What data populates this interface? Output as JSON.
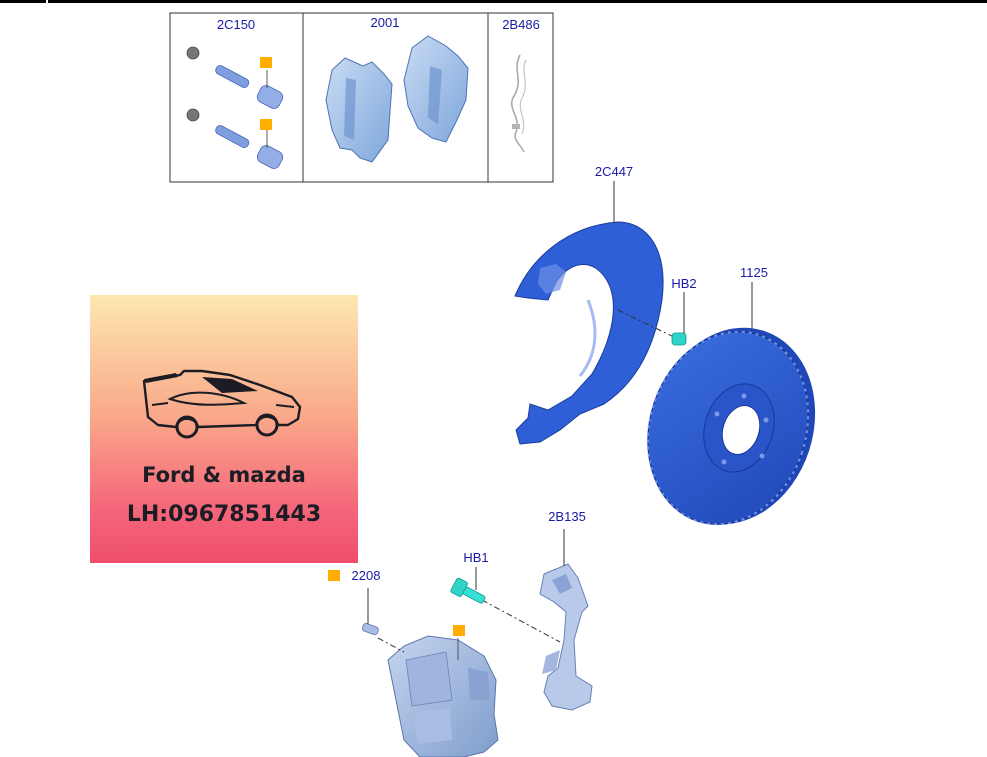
{
  "kit_box": {
    "cells": [
      {
        "part_no": "2C150"
      },
      {
        "part_no": "2001"
      },
      {
        "part_no": "2B486"
      }
    ]
  },
  "callouts": [
    {
      "id": "dust-shield",
      "label": "2C447"
    },
    {
      "id": "bolt-hb2",
      "label": "HB2"
    },
    {
      "id": "rotor",
      "label": "1125"
    },
    {
      "id": "caliper-bracket",
      "label": "2B135"
    },
    {
      "id": "bolt-hb1",
      "label": "HB1"
    },
    {
      "id": "caliper",
      "label": "2208"
    }
  ],
  "promo": {
    "line1": "Ford & mazda",
    "line2": "LH:0967851443"
  },
  "colors": {
    "part_blue": "#2d5fd6",
    "part_light": "#8fb3e6",
    "bolt_teal": "#2fd3c8",
    "callout_text": "#1a1aa8",
    "note_marker": "#ffae00"
  }
}
